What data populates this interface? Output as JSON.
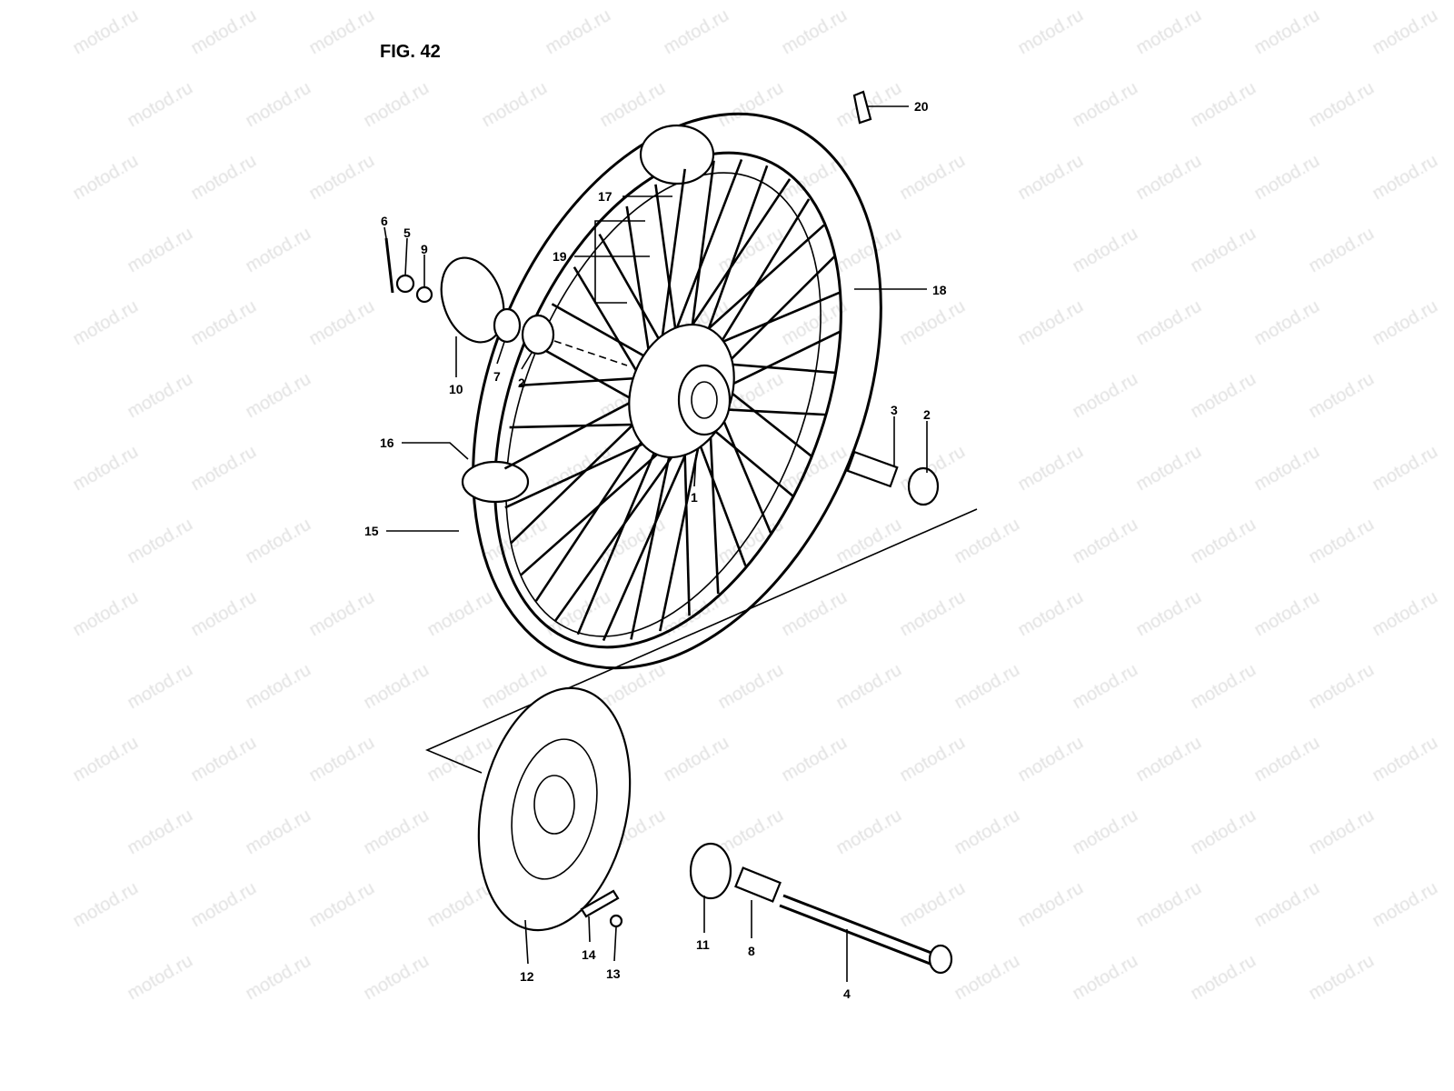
{
  "figure": {
    "title": "FIG. 42"
  },
  "watermark": "motod.ru",
  "callouts": {
    "c20": "20",
    "c17": "17",
    "c19": "19",
    "c6": "6",
    "c5": "5",
    "c9": "9",
    "c18": "18",
    "c10": "10",
    "c7": "7",
    "c2a": "2",
    "c3": "3",
    "c2b": "2",
    "c16": "16",
    "c1": "1",
    "c15": "15",
    "c12": "12",
    "c14": "14",
    "c13": "13",
    "c11": "11",
    "c8": "8",
    "c4": "4"
  }
}
